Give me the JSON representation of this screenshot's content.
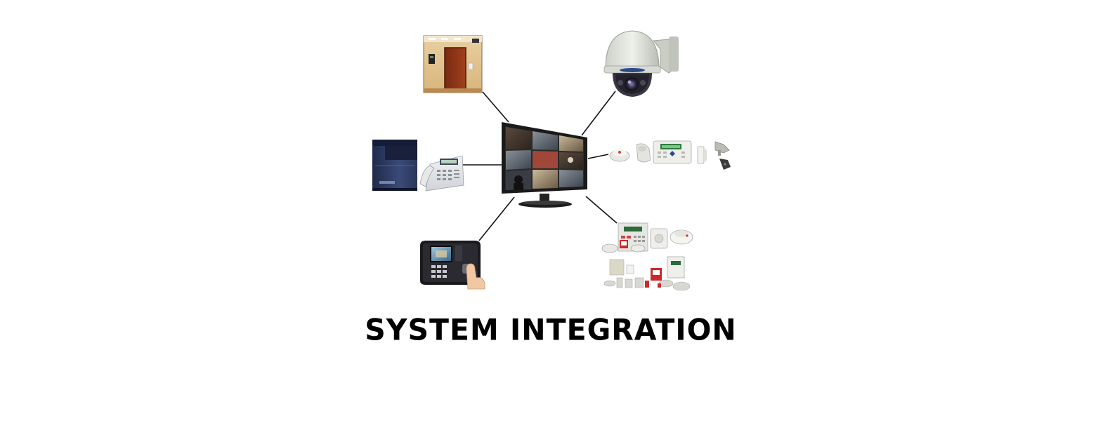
{
  "title": "SYSTEM INTEGRATION",
  "nodes": [
    {
      "id": "center-monitor",
      "icon": "cctv-monitor-icon"
    },
    {
      "id": "access-control",
      "icon": "access-control-door-icon"
    },
    {
      "id": "ptz-camera",
      "icon": "dome-camera-icon"
    },
    {
      "id": "pbx-telephone",
      "icon": "pbx-telephone-icon"
    },
    {
      "id": "intrusion-alarm",
      "icon": "alarm-sensors-icon"
    },
    {
      "id": "time-attendance",
      "icon": "fingerprint-terminal-icon"
    },
    {
      "id": "fire-alarm",
      "icon": "fire-alarm-devices-icon"
    }
  ],
  "colors": {
    "background": "#ffffff",
    "text": "#000000",
    "connector": "#111111"
  }
}
